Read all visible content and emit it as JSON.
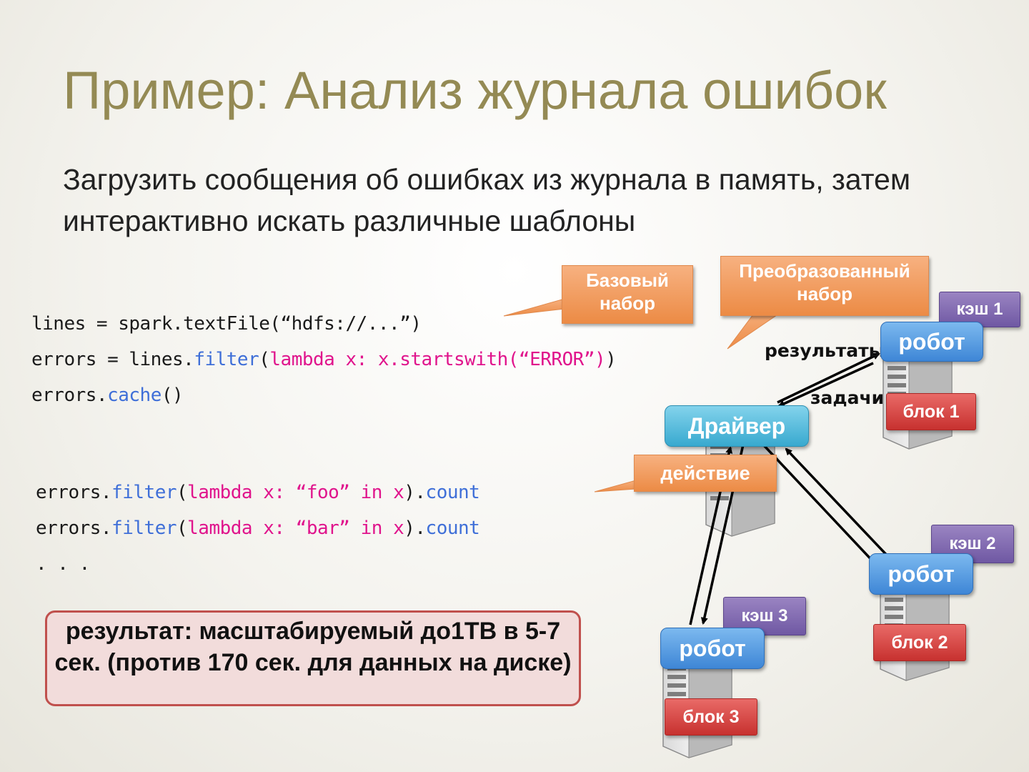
{
  "slide": {
    "title": "Пример: Анализ журнала ошибок",
    "subtitle": "Загрузить сообщения об ошибках из журнала в память, затем интерактивно искать различные шаблоны"
  },
  "code_top": [
    [
      {
        "t": "lines = spark.textFile(“hdfs://...”)",
        "c": "black"
      }
    ],
    [
      {
        "t": "errors = lines.",
        "c": "black"
      },
      {
        "t": "filter",
        "c": "blue"
      },
      {
        "t": "(",
        "c": "black"
      },
      {
        "t": "lambda x: x.startswith(“ERROR”)",
        "c": "pink"
      },
      {
        "t": ")",
        "c": "black"
      }
    ],
    [
      {
        "t": "errors.",
        "c": "black"
      },
      {
        "t": "cache",
        "c": "blue"
      },
      {
        "t": "()",
        "c": "black"
      }
    ]
  ],
  "code_bottom": [
    [
      {
        "t": "errors.",
        "c": "black"
      },
      {
        "t": "filter",
        "c": "blue"
      },
      {
        "t": "(",
        "c": "black"
      },
      {
        "t": "lambda x: “foo” in x",
        "c": "pink"
      },
      {
        "t": ").",
        "c": "black"
      },
      {
        "t": "count",
        "c": "blue"
      }
    ],
    [
      {
        "t": "errors.",
        "c": "black"
      },
      {
        "t": "filter",
        "c": "blue"
      },
      {
        "t": "(",
        "c": "black"
      },
      {
        "t": "lambda x: “bar” in x",
        "c": "pink"
      },
      {
        "t": ").",
        "c": "black"
      },
      {
        "t": "count",
        "c": "blue"
      }
    ],
    [
      {
        "t": ". . .",
        "c": "black"
      }
    ]
  ],
  "callouts": {
    "base": "Базовый набор",
    "transformed": "Преобразованный набор",
    "action": "действие"
  },
  "diagram": {
    "driver": "Драйвер",
    "results_label": "результаты",
    "tasks_label": "задачи",
    "workers": [
      {
        "worker": "робот",
        "cache": "кэш 1",
        "block": "блок 1"
      },
      {
        "worker": "робот",
        "cache": "кэш 2",
        "block": "блок 2"
      },
      {
        "worker": "робот",
        "cache": "кэш 3",
        "block": "блок 3"
      }
    ]
  },
  "result_box": "результат: масштабируемый до1TB в 5-7 сек. (против 170 сек. для данных на диске)",
  "colors": {
    "title": "#948a54",
    "code_blue": "#3f6fd8",
    "code_pink": "#e0148c",
    "callout_orange": "#ec8b45",
    "worker_blue": "#3e86d6",
    "driver_teal": "#38a9cf",
    "cache_purple": "#6f58a3",
    "block_red": "#c7312f",
    "result_fill": "#f2dcdb",
    "result_border": "#c0504d"
  }
}
